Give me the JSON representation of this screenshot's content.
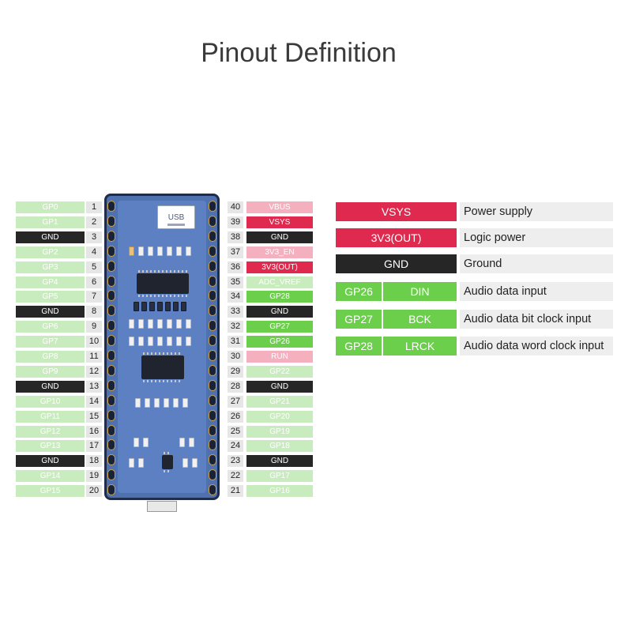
{
  "title": "Pinout Definition",
  "colors": {
    "gpio_light": "#c9ecbf",
    "gpio_active": "#6ccf4c",
    "ground": "#262626",
    "power": "#e0294f",
    "power_light": "#f5b0bf"
  },
  "board": {
    "usb_label": "USB"
  },
  "left_pins": [
    {
      "num": "1",
      "label": "GP0",
      "type": "gp"
    },
    {
      "num": "2",
      "label": "GP1",
      "type": "gp"
    },
    {
      "num": "3",
      "label": "GND",
      "type": "gnd"
    },
    {
      "num": "4",
      "label": "GP2",
      "type": "gp"
    },
    {
      "num": "5",
      "label": "GP3",
      "type": "gp"
    },
    {
      "num": "6",
      "label": "GP4",
      "type": "gp"
    },
    {
      "num": "7",
      "label": "GP5",
      "type": "gp"
    },
    {
      "num": "8",
      "label": "GND",
      "type": "gnd"
    },
    {
      "num": "9",
      "label": "GP6",
      "type": "gp"
    },
    {
      "num": "10",
      "label": "GP7",
      "type": "gp"
    },
    {
      "num": "11",
      "label": "GP8",
      "type": "gp"
    },
    {
      "num": "12",
      "label": "GP9",
      "type": "gp"
    },
    {
      "num": "13",
      "label": "GND",
      "type": "gnd"
    },
    {
      "num": "14",
      "label": "GP10",
      "type": "gp"
    },
    {
      "num": "15",
      "label": "GP11",
      "type": "gp"
    },
    {
      "num": "16",
      "label": "GP12",
      "type": "gp"
    },
    {
      "num": "17",
      "label": "GP13",
      "type": "gp"
    },
    {
      "num": "18",
      "label": "GND",
      "type": "gnd"
    },
    {
      "num": "19",
      "label": "GP14",
      "type": "gp"
    },
    {
      "num": "20",
      "label": "GP15",
      "type": "gp"
    }
  ],
  "right_pins": [
    {
      "num": "40",
      "label": "VBUS",
      "type": "pwrl"
    },
    {
      "num": "39",
      "label": "VSYS",
      "type": "pwr"
    },
    {
      "num": "38",
      "label": "GND",
      "type": "gnd"
    },
    {
      "num": "37",
      "label": "3V3_EN",
      "type": "pwrl"
    },
    {
      "num": "36",
      "label": "3V3(OUT)",
      "type": "pwr"
    },
    {
      "num": "35",
      "label": "ADC_VREF",
      "type": "adc"
    },
    {
      "num": "34",
      "label": "GP28",
      "type": "gpf"
    },
    {
      "num": "33",
      "label": "GND",
      "type": "gnd"
    },
    {
      "num": "32",
      "label": "GP27",
      "type": "gpf"
    },
    {
      "num": "31",
      "label": "GP26",
      "type": "gpf"
    },
    {
      "num": "30",
      "label": "RUN",
      "type": "pwrl"
    },
    {
      "num": "29",
      "label": "GP22",
      "type": "gp"
    },
    {
      "num": "28",
      "label": "GND",
      "type": "gnd"
    },
    {
      "num": "27",
      "label": "GP21",
      "type": "gp"
    },
    {
      "num": "26",
      "label": "GP20",
      "type": "gp"
    },
    {
      "num": "25",
      "label": "GP19",
      "type": "gp"
    },
    {
      "num": "24",
      "label": "GP18",
      "type": "gp"
    },
    {
      "num": "23",
      "label": "GND",
      "type": "gnd"
    },
    {
      "num": "22",
      "label": "GP17",
      "type": "gp"
    },
    {
      "num": "21",
      "label": "GP16",
      "type": "gp"
    }
  ],
  "legend": [
    {
      "name": "VSYS",
      "desc": "Power supply",
      "type": "pwr"
    },
    {
      "name": "3V3(OUT)",
      "desc": "Logic power",
      "type": "pwr"
    },
    {
      "name": "GND",
      "desc": "Ground",
      "type": "gnd"
    },
    {
      "gp": "GP26",
      "name": "DIN",
      "desc": "Audio data input",
      "type": "gpf"
    },
    {
      "gp": "GP27",
      "name": "BCK",
      "desc": "Audio data bit clock input",
      "type": "gpf"
    },
    {
      "gp": "GP28",
      "name": "LRCK",
      "desc": "Audio data word clock input",
      "type": "gpf"
    }
  ]
}
